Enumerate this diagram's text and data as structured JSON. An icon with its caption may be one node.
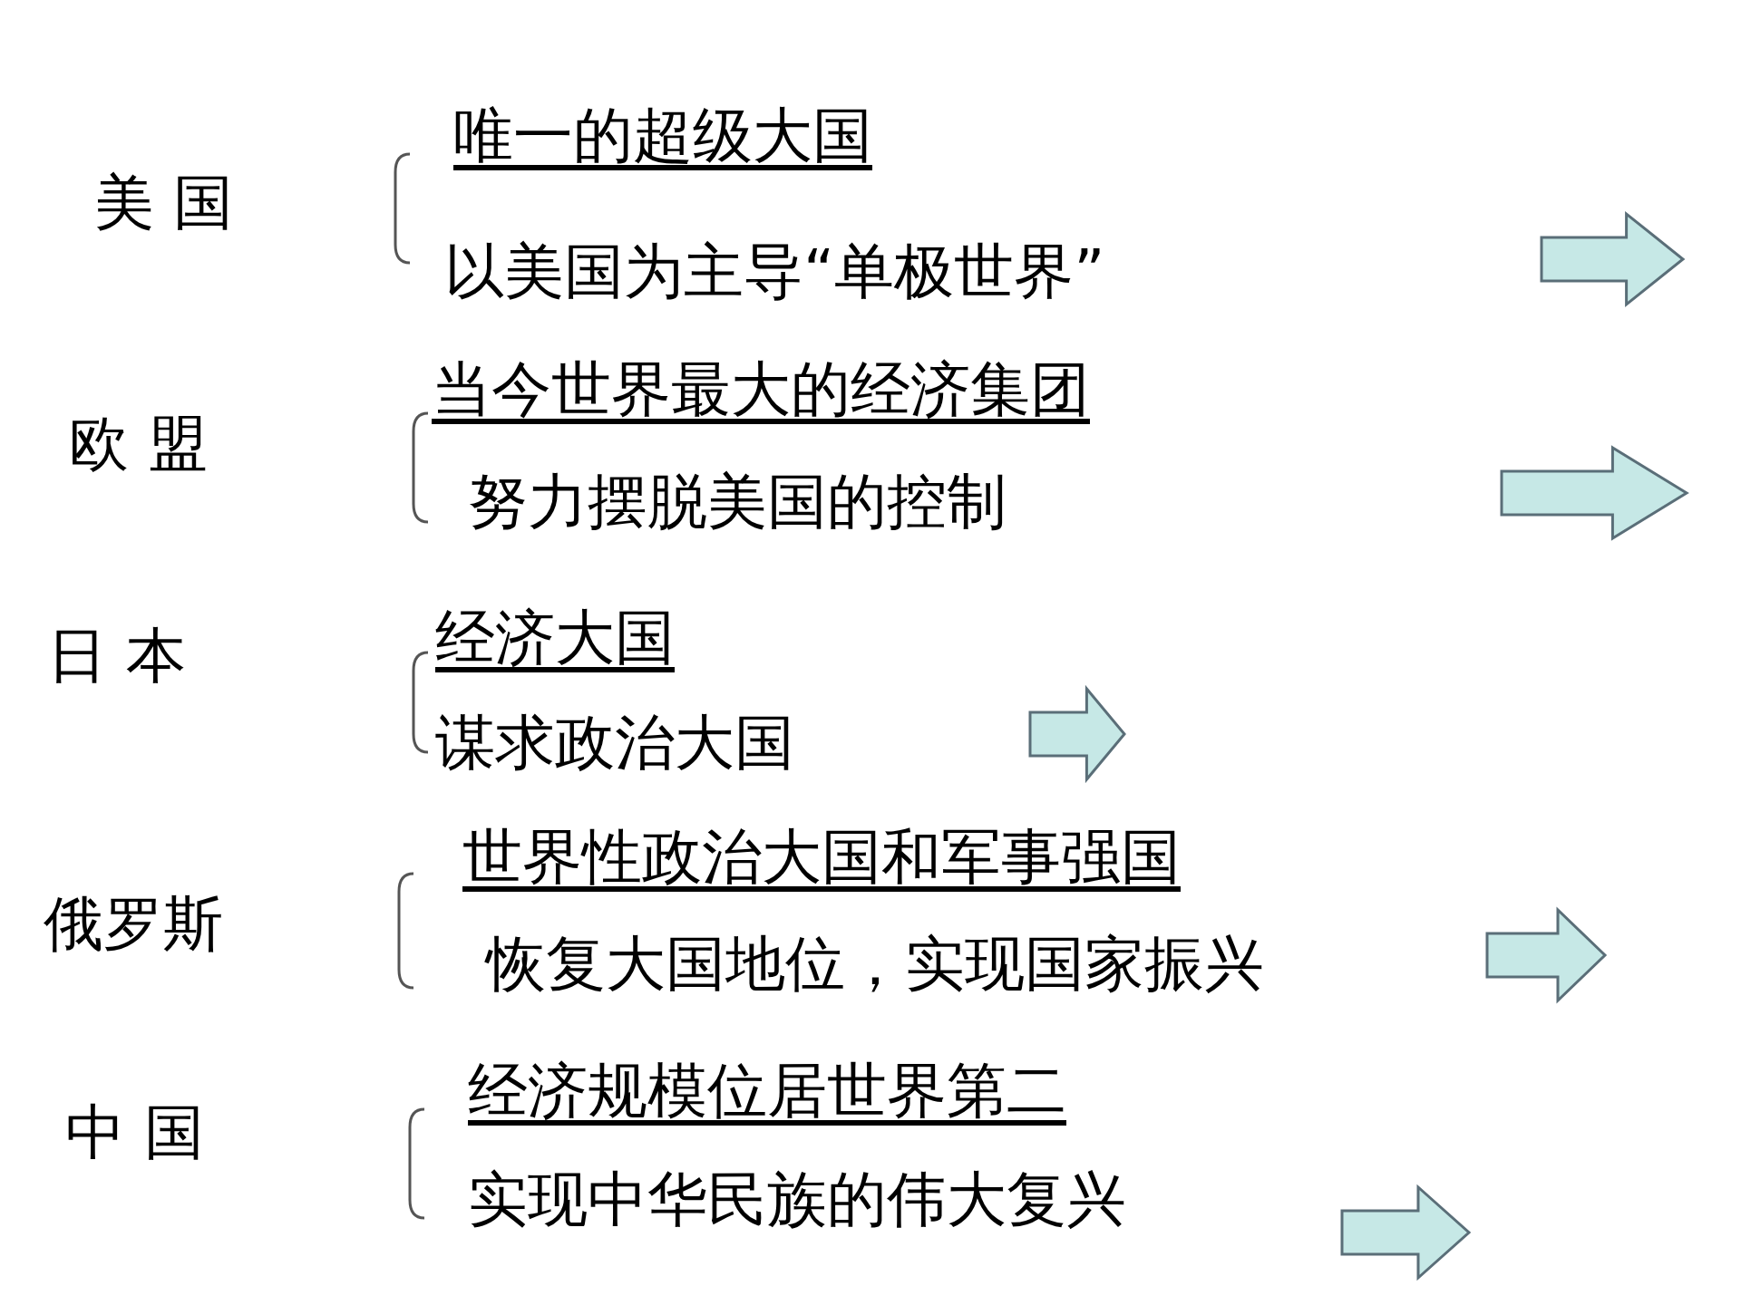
{
  "diagram": {
    "labels": [
      "美 国",
      "唯一的超级大国",
      "以美国为主导“单极世界”",
      "欧 盟",
      "当今世界最大的经济集团",
      "努力摆脱美国的控制",
      "日 本",
      "经济大国",
      "谋求政治大国",
      "俄罗斯",
      "世界性政治大国和军事强国",
      "恢复大国地位，实现国家振兴",
      "中 国",
      "经济规模位居世界第二",
      "实现中华民族的伟大复兴"
    ]
  }
}
